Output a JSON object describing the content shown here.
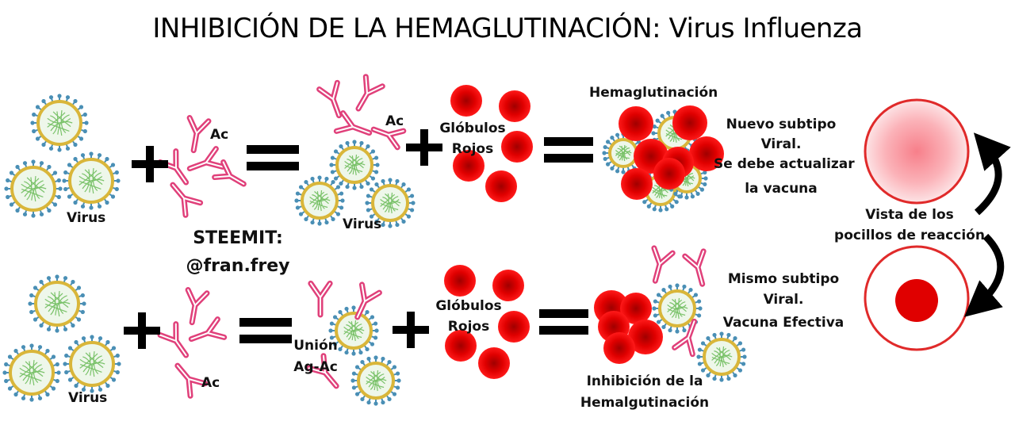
{
  "title": "INHIBICIÓN DE LA HEMAGLUTINACIÓN: Virus Influenza",
  "credit": {
    "line1": "STEEMIT:",
    "line2": "@fran.frey"
  },
  "top_row": {
    "virus_label": "Virus",
    "antibody_label": "Ac",
    "mix_antibody_label": "Ac",
    "mix_virus_label": "Virus",
    "rbc_label_1": "Glóbulos",
    "rbc_label_2": "Rojos",
    "result_label": "Hemaglutinación",
    "note_lines": [
      "Nuevo subtipo",
      "Viral.",
      "Se debe actualizar",
      "la vacuna"
    ]
  },
  "bottom_row": {
    "virus_label": "Virus",
    "antibody_label": "Ac",
    "complex_label_1": "Unión",
    "complex_label_2": "Ag-Ac",
    "rbc_label_1": "Glóbulos",
    "rbc_label_2": "Rojos",
    "result_label_1": "Inhibición de la",
    "result_label_2": "Hemalgutinación",
    "note_lines": [
      "Mismo subtipo",
      "Viral.",
      "Vacuna Efectiva"
    ]
  },
  "wells": {
    "label_1": "Vista de los",
    "label_2": "pocillos de reacción"
  },
  "colors": {
    "virus_envelope": "#d9b63a",
    "virus_spike": "#4a8fb5",
    "virus_core": "#7ac26a",
    "antibody": "#e0407a",
    "rbc": "#e00000",
    "well_border": "#e02a2a",
    "operator": "#000000"
  }
}
